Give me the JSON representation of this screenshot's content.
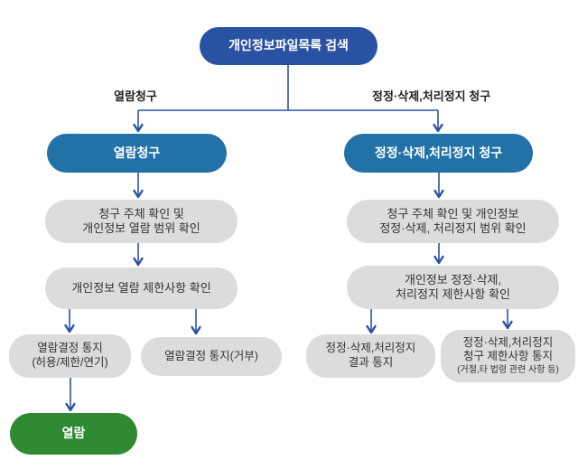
{
  "colors": {
    "root_fill": "#2a52a3",
    "request_fill": "#2272a8",
    "step_fill": "#dcdcdc",
    "final_fill": "#2e8b31",
    "connector": "#2a52a3",
    "step_text": "#333333",
    "label_text": "#222222"
  },
  "flowchart": {
    "root": {
      "text": "개인정보파일목록 검색"
    },
    "branch_labels": {
      "left": "열람청구",
      "right": "정정·삭제,처리정지 청구"
    },
    "left": {
      "request": "열람청구",
      "step1": "청구 주체 확인 및\n개인정보 열람 범위 확인",
      "step2": "개인정보 열람 제한사항 확인",
      "result_allow": "열람결정 통지\n(허용/제한/연기)",
      "result_deny": "열람결정 통지(거부)",
      "final": "열람"
    },
    "right": {
      "request": "정정·삭제,처리정지 청구",
      "step1": "청구 주체 확인 및 개인정보\n정정·삭제, 처리정지 범위 확인",
      "step2": "개인정보 정정·삭제,\n처리정지 제한사항 확인",
      "result_notice": "정정·삭제,처리정지\n결과 통지",
      "result_limit": "정정·삭제,처리정지\n청구 제한사항 통지",
      "result_limit_note": "(거절,타 법령 관련 사항 등)"
    }
  }
}
